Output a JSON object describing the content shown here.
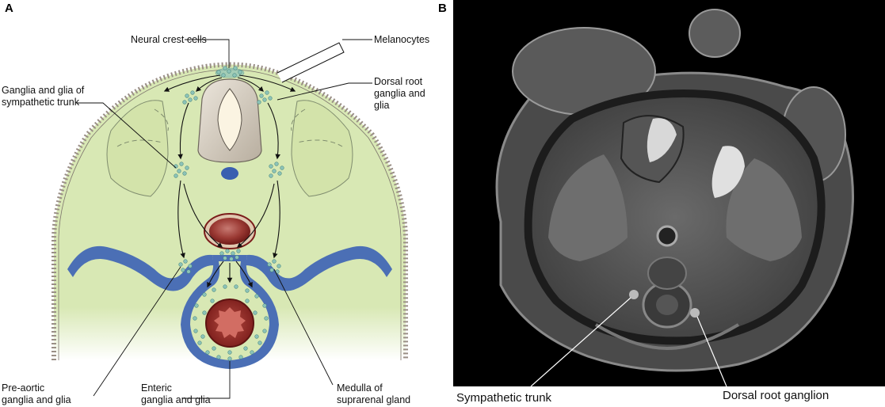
{
  "panel_a": {
    "letter": "A",
    "labels": {
      "neural_crest_cells": "Neural crest cells",
      "melanocytes": "Melanocytes",
      "ganglia_sympathetic": [
        "Ganglia and glia of",
        "sympathetic trunk"
      ],
      "dorsal_root": [
        "Dorsal root",
        "ganglia and",
        "glia"
      ],
      "pre_aortic": [
        "Pre-aortic",
        "ganglia and glia"
      ],
      "enteric": [
        "Enteric",
        "ganglia and glia"
      ],
      "medulla": [
        "Medulla of",
        "suprarenal gland"
      ]
    },
    "colors": {
      "mesoderm": "#d8e8b4",
      "neural_crest": "#6aa7a0",
      "coelom_lining": "#4b6fb5",
      "aorta": "#8b1e1e",
      "neural_tube": "#d9d1c4",
      "notochord": "#3a5fb0"
    }
  },
  "panel_b": {
    "letter": "B",
    "labels": {
      "sympathetic_trunk": "Sympathetic trunk",
      "dorsal_root_ganglion": "Dorsal root ganglion"
    }
  }
}
